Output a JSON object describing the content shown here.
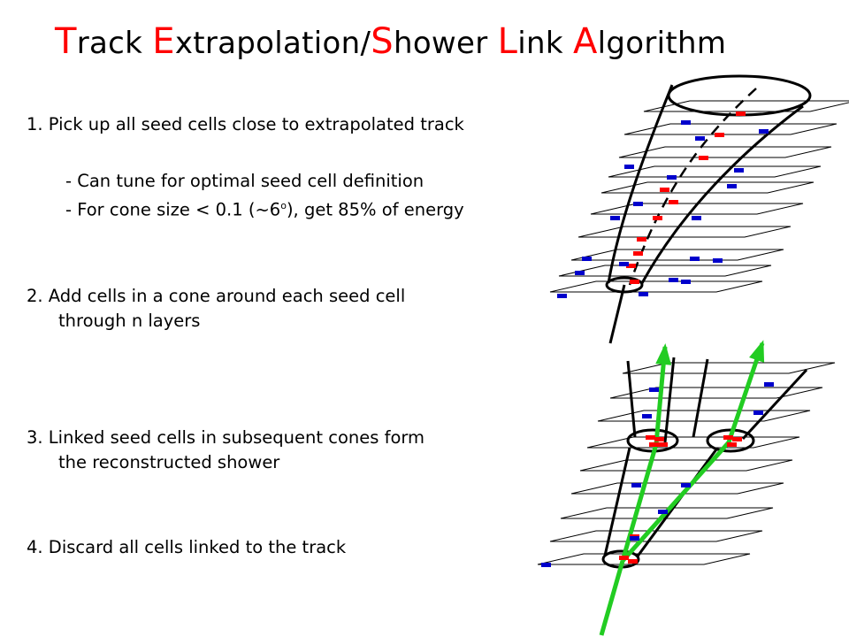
{
  "slide": {
    "title": {
      "t_cap": "T",
      "t_rest": "rack ",
      "e_cap": "E",
      "e_rest": "xtrapolation",
      "slash": "/",
      "s_cap": "S",
      "s_rest": "hower ",
      "l_cap": "L",
      "l_rest": "ink ",
      "a_cap": "A",
      "a_rest": "lgorithm"
    },
    "steps": [
      {
        "line1": "1.  Pick up all seed cells close to extrapolated track",
        "sub1": "- Can tune for optimal seed cell definition",
        "sub2_pre": "- For cone size < 0.1 (~6",
        "sub2_sup": "o",
        "sub2_post": "), get 85% of energy"
      },
      {
        "line1": "2.  Add cells in a cone around each seed cell",
        "line2": "through n layers"
      },
      {
        "line1": "3.  Linked seed cells in subsequent cones form",
        "line2": "the reconstructed shower"
      },
      {
        "line1": "4.  Discard all cells linked to the track"
      }
    ]
  },
  "colors": {
    "title_caps": "#ff0000",
    "seed_cell": "#ff0000",
    "hit_cell": "#0000cc",
    "track_arrow": "#22cc22"
  }
}
